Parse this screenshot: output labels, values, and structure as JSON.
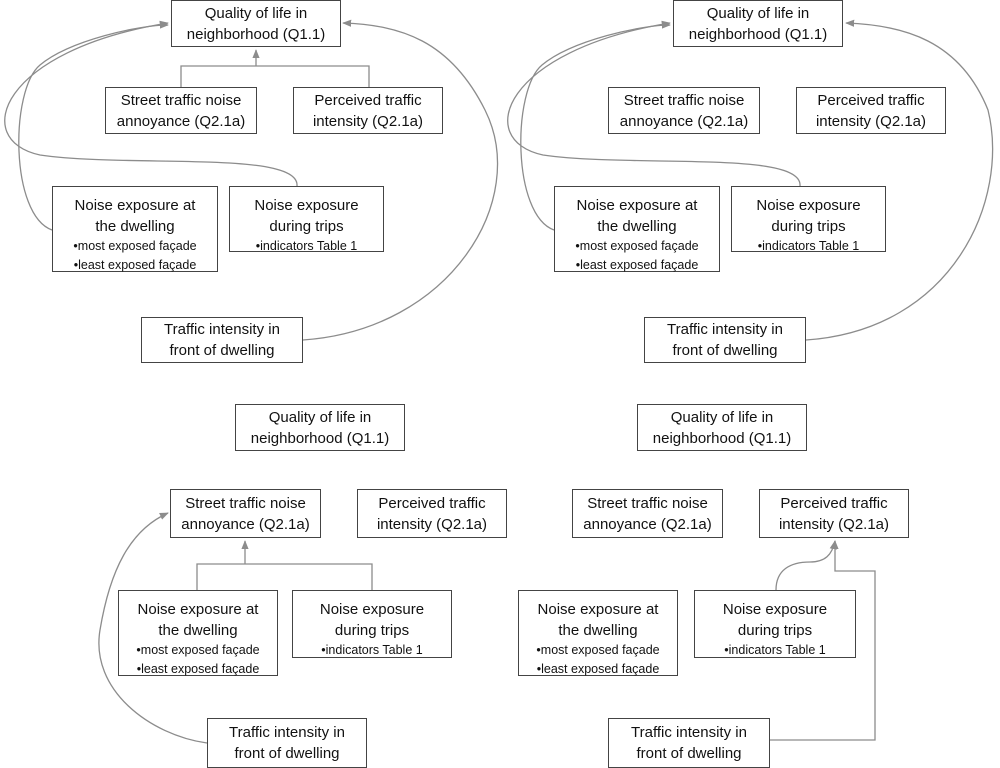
{
  "diagram": {
    "panels": [
      {
        "qol": [
          "Quality of life in",
          "neighborhood (Q1.1)"
        ],
        "annoyance": [
          "Street traffic noise",
          "annoyance (Q2.1a)"
        ],
        "traffic_perceived": [
          "Perceived traffic",
          "intensity (Q2.1a)"
        ],
        "dwelling": {
          "lines": [
            "Noise exposure at",
            "the dwelling"
          ],
          "bullets": [
            "most exposed  façade",
            "least exposed façade"
          ]
        },
        "trips": {
          "lines": [
            "Noise exposure",
            "during trips"
          ],
          "bullets": [
            "indicators Table  1"
          ]
        },
        "traffic_intensity": [
          "Traffic intensity in",
          "front of dwelling"
        ]
      },
      {
        "qol": [
          "Quality of life in",
          "neighborhood (Q1.1)"
        ],
        "annoyance": [
          "Street traffic noise",
          "annoyance (Q2.1a)"
        ],
        "traffic_perceived": [
          "Perceived traffic",
          "intensity (Q2.1a)"
        ],
        "dwelling": {
          "lines": [
            "Noise exposure at",
            "the dwelling"
          ],
          "bullets": [
            "most exposed  façade",
            "least exposed façade"
          ]
        },
        "trips": {
          "lines": [
            "Noise exposure",
            "during trips"
          ],
          "bullets": [
            "indicators Table  1"
          ]
        },
        "traffic_intensity": [
          "Traffic intensity in",
          "front of dwelling"
        ]
      },
      {
        "qol": [
          "Quality of life in",
          "neighborhood (Q1.1)"
        ],
        "annoyance": [
          "Street traffic noise",
          "annoyance (Q2.1a)"
        ],
        "traffic_perceived": [
          "Perceived traffic",
          "intensity (Q2.1a)"
        ],
        "dwelling": {
          "lines": [
            "Noise exposure at",
            "the dwelling"
          ],
          "bullets": [
            "most exposed  façade",
            "least exposed façade"
          ]
        },
        "trips": {
          "lines": [
            "Noise exposure",
            "during trips"
          ],
          "bullets": [
            "indicators Table  1"
          ]
        },
        "traffic_intensity": [
          "Traffic intensity in",
          "front of dwelling"
        ]
      },
      {
        "qol": [
          "Quality of life in",
          "neighborhood (Q1.1)"
        ],
        "annoyance": [
          "Street traffic noise",
          "annoyance (Q2.1a)"
        ],
        "traffic_perceived": [
          "Perceived traffic",
          "intensity (Q2.1a)"
        ],
        "dwelling": {
          "lines": [
            "Noise exposure at",
            "the dwelling"
          ],
          "bullets": [
            "most exposed  façade",
            "least exposed façade"
          ]
        },
        "trips": {
          "lines": [
            "Noise exposure",
            "during trips"
          ],
          "bullets": [
            "indicators Table  1"
          ]
        },
        "traffic_intensity": [
          "Traffic intensity in",
          "front of dwelling"
        ]
      }
    ],
    "colors": {
      "connector": "#8c8c8c",
      "box_border": "#444444",
      "text": "#111111"
    }
  }
}
